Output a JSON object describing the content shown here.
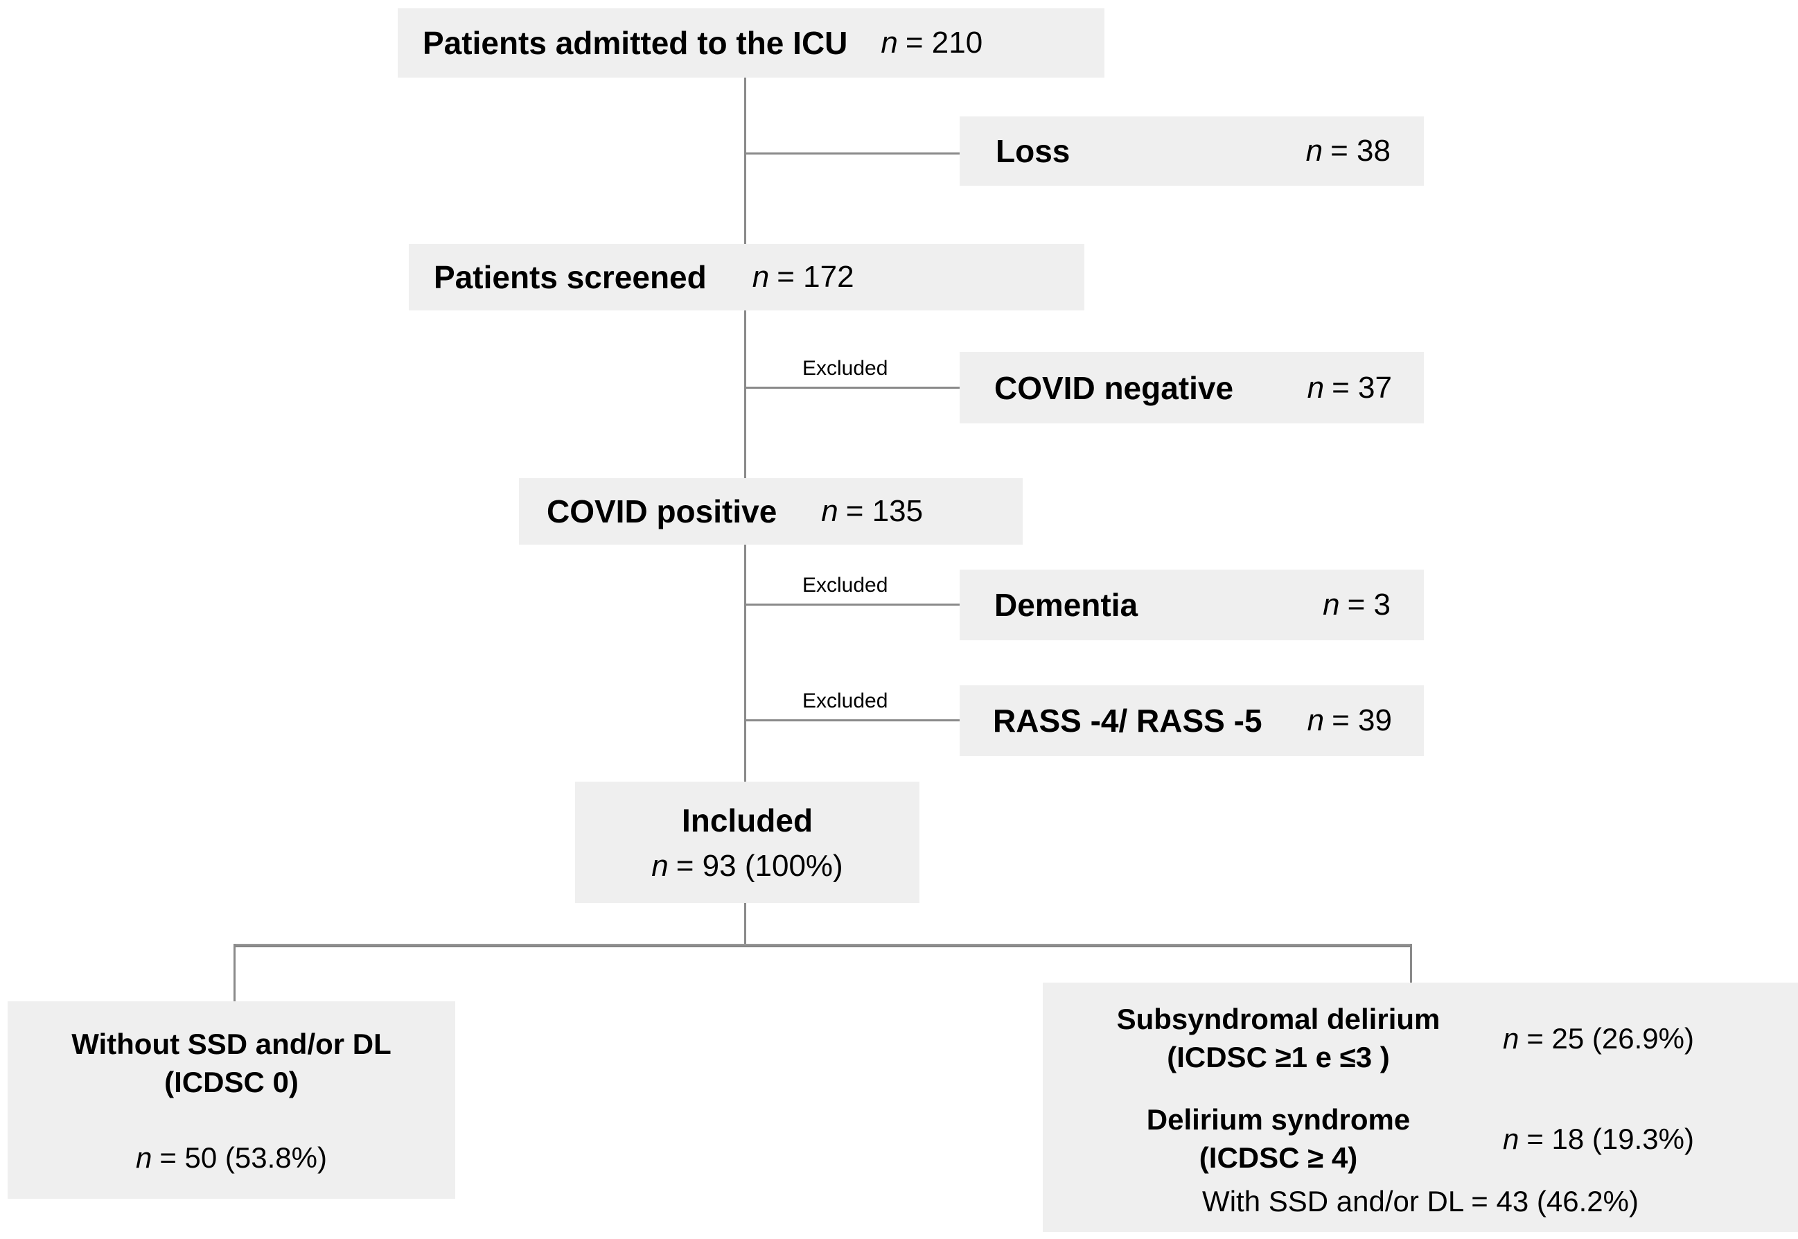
{
  "colors": {
    "background": "#ffffff",
    "box_fill": "#efefef",
    "connector_line": "#8a8a8a",
    "text": "#000000"
  },
  "flow": {
    "admitted": {
      "label": "Patients admitted to the ICU",
      "n_sym": "n",
      "n_value": "= 210"
    },
    "loss": {
      "label": "Loss",
      "n_sym": "n",
      "n_value": "= 38"
    },
    "screened": {
      "label": "Patients screened",
      "n_sym": "n",
      "n_value": "= 172"
    },
    "covid_negative": {
      "excluded_label": "Excluded",
      "label": "COVID negative",
      "n_sym": "n",
      "n_value": "= 37"
    },
    "covid_positive": {
      "label": "COVID positive",
      "n_sym": "n",
      "n_value": "= 135"
    },
    "dementia": {
      "excluded_label": "Excluded",
      "label": "Dementia",
      "n_sym": "n",
      "n_value": "= 3"
    },
    "rass": {
      "excluded_label": "Excluded",
      "label": "RASS -4/ RASS -5",
      "n_sym": "n",
      "n_value": "= 39"
    },
    "included": {
      "label": "Included",
      "n_sym": "n",
      "n_value": "= 93 (100%)"
    },
    "without_ssd": {
      "label_line1": "Without SSD and/or DL",
      "label_line2": "(ICDSC 0)",
      "n_sym": "n",
      "n_value": "= 50 (53.8%)"
    },
    "with_ssd": {
      "subsyndromal": {
        "label_line1": "Subsyndromal delirium",
        "label_line2": "(ICDSC ≥1 e ≤3  )",
        "n_sym": "n",
        "n_value": "= 25 (26.9%)"
      },
      "delirium": {
        "label_line1": "Delirium syndrome",
        "label_line2": "(ICDSC ≥ 4)",
        "n_sym": "n",
        "n_value": "= 18 (19.3%)"
      },
      "total": "With SSD and/or DL = 43 (46.2%)"
    }
  }
}
